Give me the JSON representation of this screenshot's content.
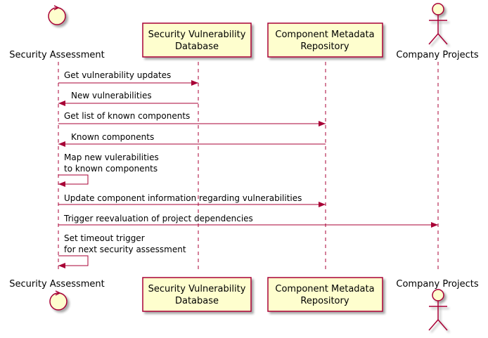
{
  "colors": {
    "arrow": "#A80036",
    "box_fill": "#FEFECE",
    "box_stroke": "#A80036",
    "text": "#000000"
  },
  "participants": {
    "security_assessment": {
      "label": "Security Assessment",
      "kind": "control"
    },
    "vuln_db": {
      "label": "Security Vulnerability Database",
      "lines": [
        "Security Vulnerability",
        "Database"
      ],
      "kind": "participant"
    },
    "metadata_repo": {
      "label": "Component Metadata Repository",
      "lines": [
        "Component Metadata",
        "Repository"
      ],
      "kind": "participant"
    },
    "company_projects": {
      "label": "Company Projects",
      "kind": "actor"
    }
  },
  "messages": [
    {
      "from": "security_assessment",
      "to": "vuln_db",
      "lines": [
        "Get vulnerability updates"
      ]
    },
    {
      "from": "vuln_db",
      "to": "security_assessment",
      "lines": [
        "New vulnerabilities"
      ]
    },
    {
      "from": "security_assessment",
      "to": "metadata_repo",
      "lines": [
        "Get list of known components"
      ]
    },
    {
      "from": "metadata_repo",
      "to": "security_assessment",
      "lines": [
        "Known components"
      ]
    },
    {
      "from": "security_assessment",
      "to": "security_assessment",
      "lines": [
        "Map new vulerabilities",
        "to known components"
      ]
    },
    {
      "from": "security_assessment",
      "to": "metadata_repo",
      "lines": [
        "Update component information regarding vulnerabilities"
      ]
    },
    {
      "from": "security_assessment",
      "to": "company_projects",
      "lines": [
        "Trigger reevaluation of project dependencies"
      ]
    },
    {
      "from": "security_assessment",
      "to": "security_assessment",
      "lines": [
        "Set timeout trigger",
        "for next security assessment"
      ]
    }
  ]
}
